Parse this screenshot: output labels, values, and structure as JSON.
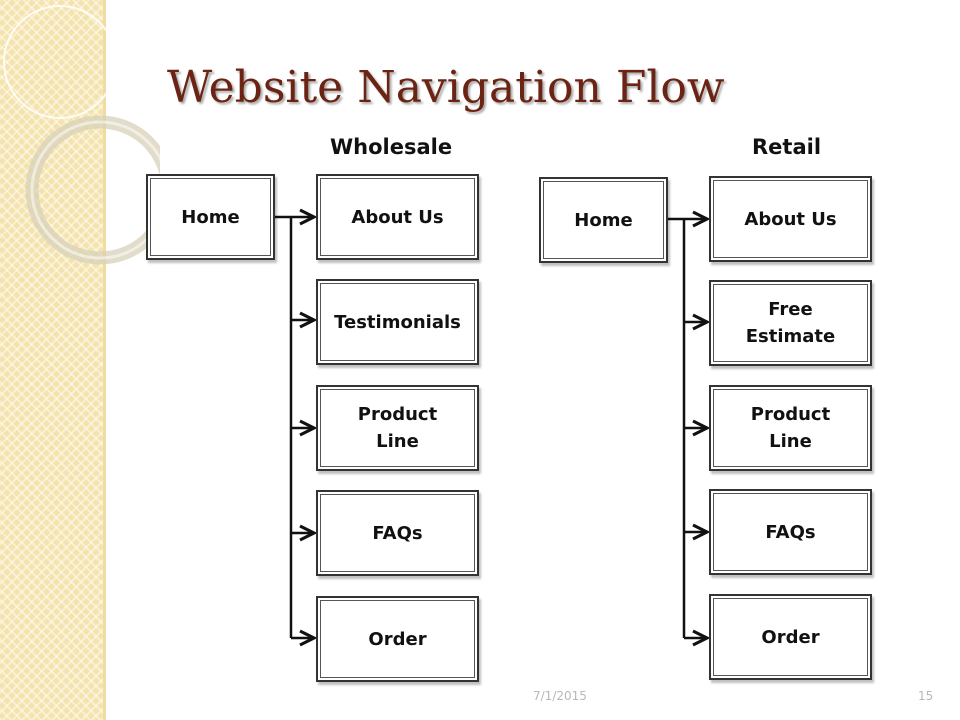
{
  "title": "Website Navigation Flow",
  "wholesale": {
    "heading": "Wholesale",
    "home": "Home",
    "pages": [
      "About Us",
      "Testimonials",
      "Product Line",
      "FAQs",
      "Order"
    ]
  },
  "retail": {
    "heading": "Retail",
    "home": "Home",
    "pages": [
      "About Us",
      "Free Estimate",
      "Product Line",
      "FAQs",
      "Order"
    ]
  },
  "footer": {
    "date": "7/1/2015",
    "page_number": "15"
  },
  "colors": {
    "title": "#6b2414",
    "accent_band": "#f4e3ad"
  }
}
